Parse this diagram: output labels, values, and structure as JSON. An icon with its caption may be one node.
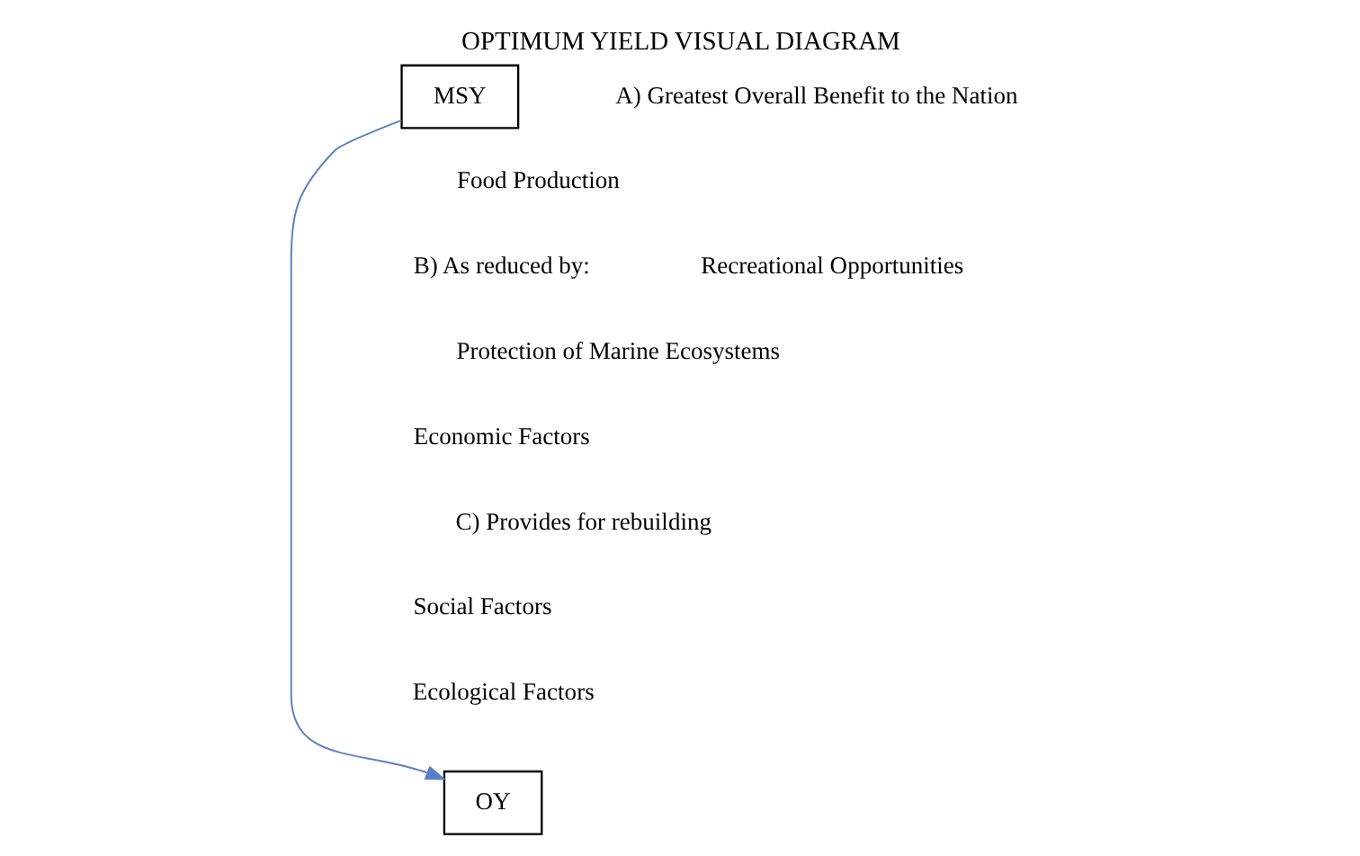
{
  "diagram": {
    "title": "OPTIMUM YIELD VISUAL DIAGRAM",
    "nodes": [
      {
        "text": [
          "MSY"
        ]
      },
      {
        "text": [
          "OY"
        ]
      }
    ],
    "edges": [
      {
        "from": 0,
        "to": 1,
        "arrow": "to",
        "color": "#5b7fc4"
      }
    ],
    "labels": [
      "A) Greatest Overall Benefit to the Nation",
      "Food Production",
      "Recreational Opportunities",
      "Protection of Marine Ecosystems",
      "B) As reduced by:",
      "Economic Factors",
      "Social Factors",
      "Ecological Factors",
      "C) Provides for rebuilding"
    ]
  }
}
